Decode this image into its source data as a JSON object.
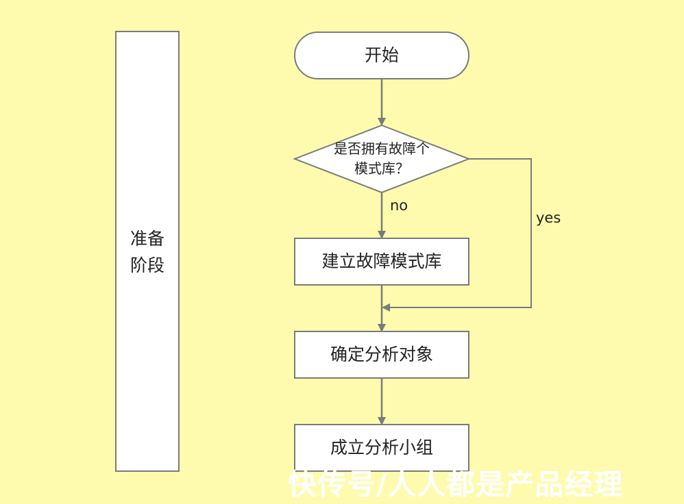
{
  "colors": {
    "background": "#FEFBAE",
    "box_fill": "#FFFFFF",
    "stroke": "#7A7A7A",
    "text": "#222222"
  },
  "lane": {
    "label_line1": "准备",
    "label_line2": "阶段"
  },
  "nodes": {
    "start": "开始",
    "decision_line1": "是否拥有故障个",
    "decision_line2": "模式库？",
    "build_library": "建立故障模式库",
    "determine_target": "确定分析对象",
    "form_team": "成立分析小组"
  },
  "edges": {
    "no_label": "no",
    "yes_label": "yes"
  },
  "watermark": "快传号/人人都是产品经理"
}
